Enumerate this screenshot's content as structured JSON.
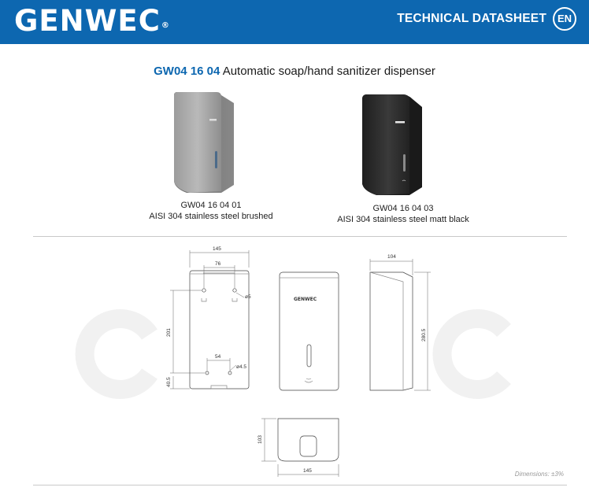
{
  "header": {
    "brand": "GENWEC",
    "registered_mark": "®",
    "doc_title": "TECHNICAL DATASHEET",
    "language": "EN"
  },
  "product": {
    "code": "GW04 16 04",
    "name": "Automatic soap/hand sanitizer dispenser"
  },
  "variants": [
    {
      "code": "GW04 16 04 01",
      "finish": "AISI 304 stainless steel brushed",
      "color": "#8f8f8f"
    },
    {
      "code": "GW04 16 04 03",
      "finish": "AISI 304 stainless steel matt black",
      "color": "#2a2a2a"
    }
  ],
  "drawing": {
    "front_label": "GENWEC",
    "dims": {
      "width_total": "145",
      "hole_spacing_top": "76",
      "hole_dia_top": "ø5",
      "height_holes": "201",
      "hole_spacing_bottom": "54",
      "hole_dia_bottom": "ø4.5",
      "bottom_offset": "40.5",
      "depth": "104",
      "height_total": "280.5",
      "bottom_view_depth": "103",
      "bottom_view_width": "145"
    }
  },
  "footnote": "Dimensions: ±3%"
}
